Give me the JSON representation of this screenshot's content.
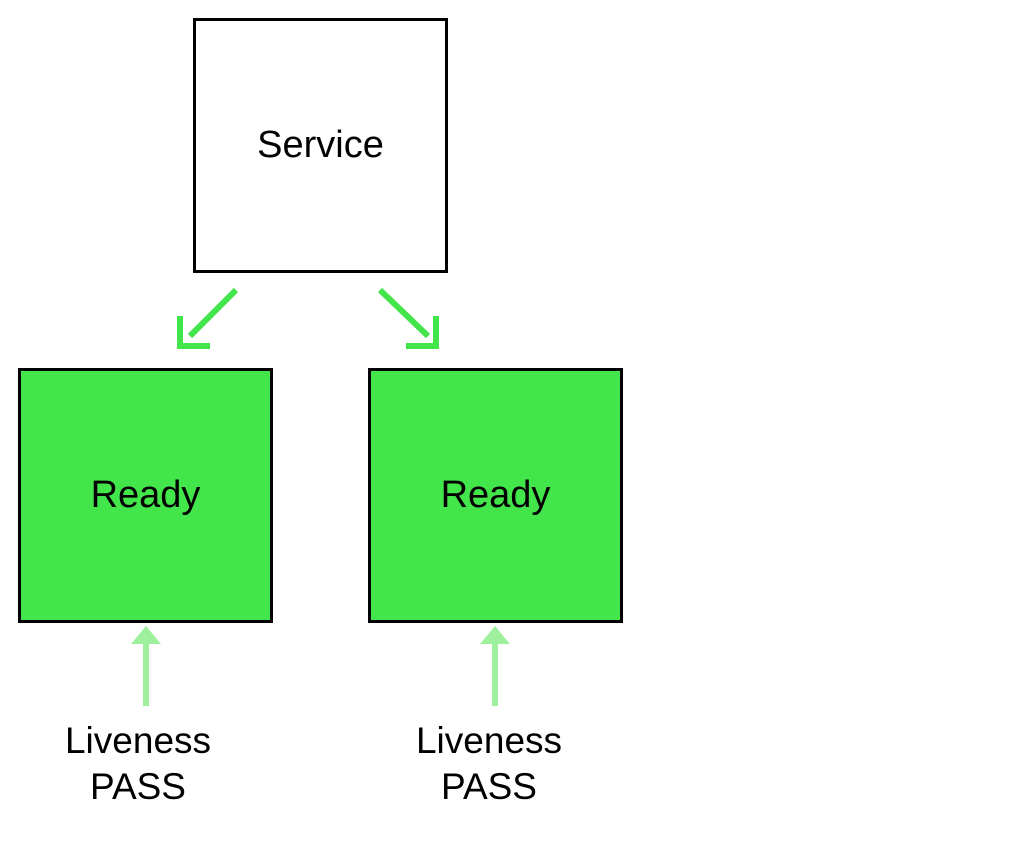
{
  "service": {
    "label": "Service"
  },
  "pods": [
    {
      "label": "Ready",
      "fill": "#43e64a",
      "probe": {
        "line1": "Liveness",
        "line2": "PASS"
      }
    },
    {
      "label": "Ready",
      "fill": "#43e64a",
      "probe": {
        "line1": "Liveness",
        "line2": "PASS"
      }
    }
  ],
  "colors": {
    "traffic_arrow": "#43e64a",
    "probe_arrow": "#9ef09c"
  }
}
